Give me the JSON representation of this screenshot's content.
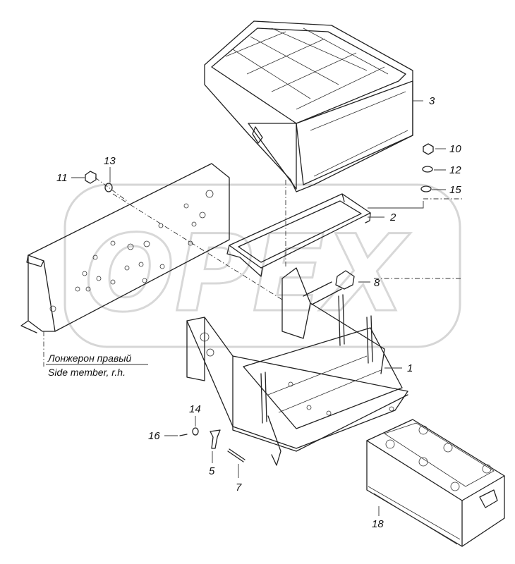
{
  "watermark": "OPEX",
  "labels": {
    "side_member_ru": "Лонжерон правый",
    "side_member_en": "Side member, r.h."
  },
  "callouts": [
    {
      "id": "c1",
      "text": "1"
    },
    {
      "id": "c2",
      "text": "2"
    },
    {
      "id": "c3",
      "text": "3"
    },
    {
      "id": "c5",
      "text": "5"
    },
    {
      "id": "c7",
      "text": "7"
    },
    {
      "id": "c8",
      "text": "8"
    },
    {
      "id": "c10",
      "text": "10"
    },
    {
      "id": "c11",
      "text": "11"
    },
    {
      "id": "c12",
      "text": "12"
    },
    {
      "id": "c13",
      "text": "13"
    },
    {
      "id": "c14",
      "text": "14"
    },
    {
      "id": "c15",
      "text": "15"
    },
    {
      "id": "c16",
      "text": "16"
    },
    {
      "id": "c18",
      "text": "18"
    }
  ]
}
